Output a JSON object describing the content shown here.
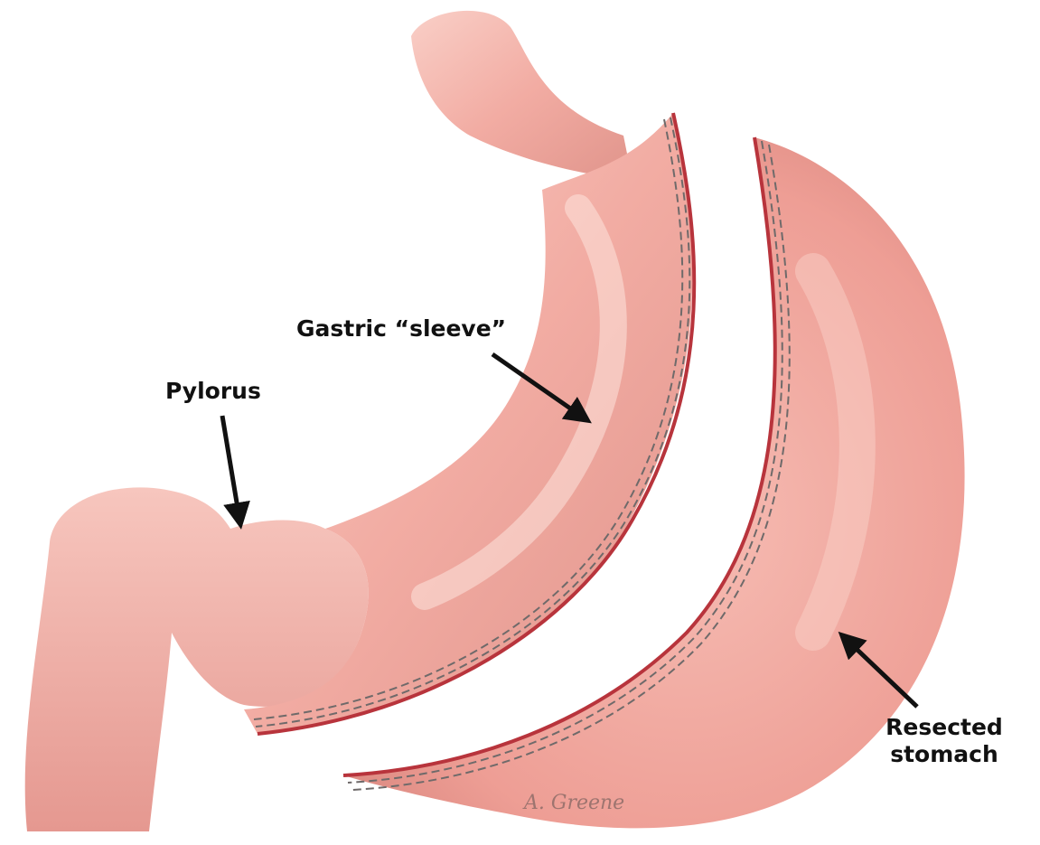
{
  "labels": {
    "sleeve": "Gastric “sleeve”",
    "pylorus": "Pylorus",
    "resected_line1": "Resected",
    "resected_line2": "stomach"
  },
  "signature": "A. Greene",
  "colors": {
    "tissue": "#f2a8a0",
    "tissue_light": "#f9cfc7",
    "tissue_dark": "#d98a82",
    "cut_edge": "#b8343c",
    "staple": "#6f6a6a",
    "label": "#111111",
    "background": "#ffffff"
  }
}
